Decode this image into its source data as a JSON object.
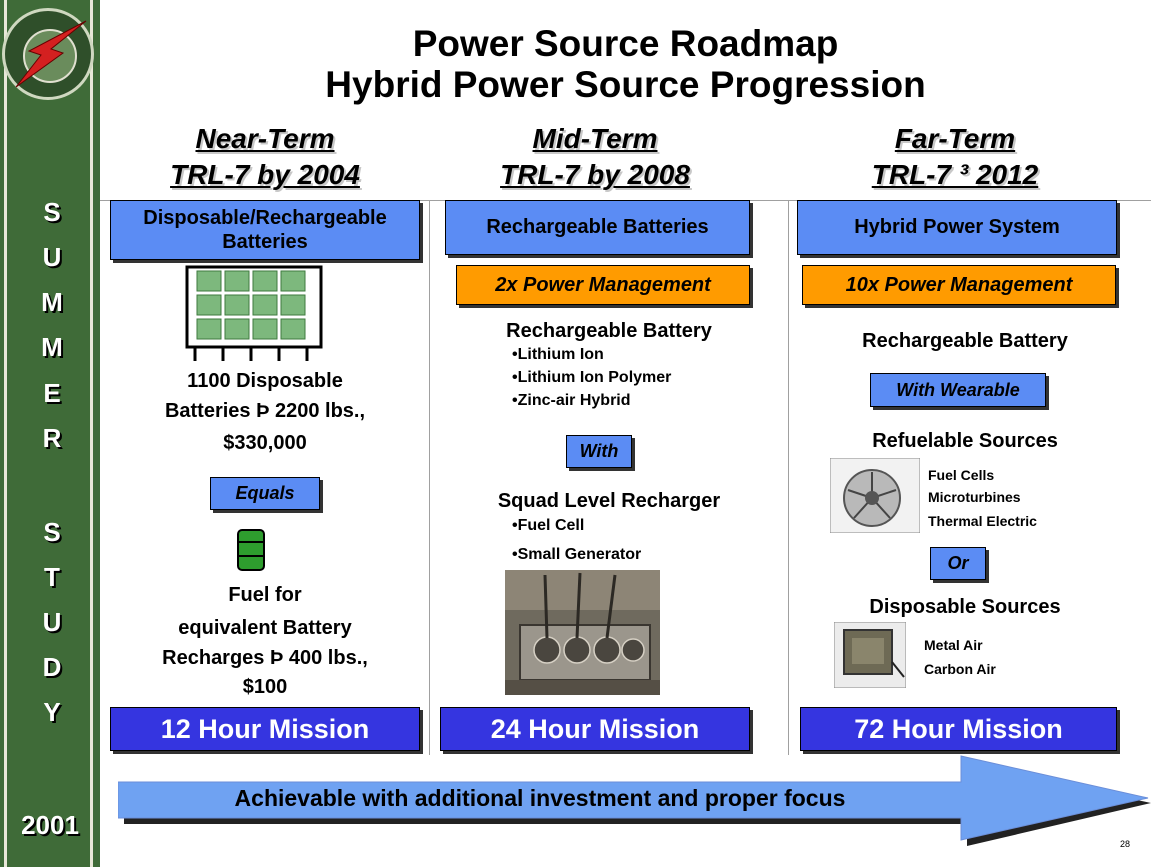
{
  "header": {
    "title_line1": "Power Source Roadmap",
    "title_line2": "Hybrid Power Source Progression"
  },
  "sidebar": {
    "letters": [
      "S",
      "U",
      "M",
      "M",
      "E",
      "R",
      " ",
      "S",
      "T",
      "U",
      "D",
      "Y"
    ],
    "year": "2001",
    "logo": "seal-with-lightning-logo"
  },
  "columns": {
    "near": {
      "term": "Near-Term",
      "trl": "TRL-7 by 2004",
      "box_line1": "Disposable/Rechargeable",
      "box_line2": "Batteries",
      "line1": "1100 Disposable",
      "line2": "Batteries Þ 2200 lbs.,",
      "line3": "$330,000",
      "equals": "Equals",
      "fuel1": "Fuel for",
      "fuel2": "equivalent Battery",
      "fuel3": "Recharges Þ  400 lbs.,",
      "fuel4": "$100",
      "mission": "12 Hour Mission"
    },
    "mid": {
      "term": "Mid-Term",
      "trl": "TRL-7 by 2008",
      "box": "Rechargeable Batteries",
      "power": "2x Power Management",
      "battery_title": "Rechargeable Battery",
      "battery_items": [
        "•Lithium Ion",
        "•Lithium Ion Polymer",
        "•Zinc-air Hybrid"
      ],
      "with": "With",
      "recharger_title": "Squad Level Recharger",
      "recharger_items": [
        "•Fuel Cell",
        "•Small Generator"
      ],
      "mission": "24 Hour Mission"
    },
    "far": {
      "term": "Far-Term",
      "trl": "TRL-7 ³ 2012",
      "box": "Hybrid Power System",
      "power": "10x Power Management",
      "battery_title": "Rechargeable Battery",
      "wearable": "With Wearable",
      "refuel_title": "Refuelable Sources",
      "refuel_items": [
        "Fuel Cells",
        "Microturbines",
        "Thermal Electric"
      ],
      "or": "Or",
      "disposable_title": "Disposable Sources",
      "disposable_items": [
        "Metal Air",
        "Carbon Air"
      ],
      "mission": "72 Hour Mission"
    }
  },
  "footer": {
    "arrow_text": "Achievable with additional investment and proper focus",
    "page_number": "28"
  },
  "colors": {
    "sidebar": "#3f6b38",
    "box_blue": "#5b8cf4",
    "box_orange": "#ff9b00",
    "mission_blue": "#3535e0"
  }
}
